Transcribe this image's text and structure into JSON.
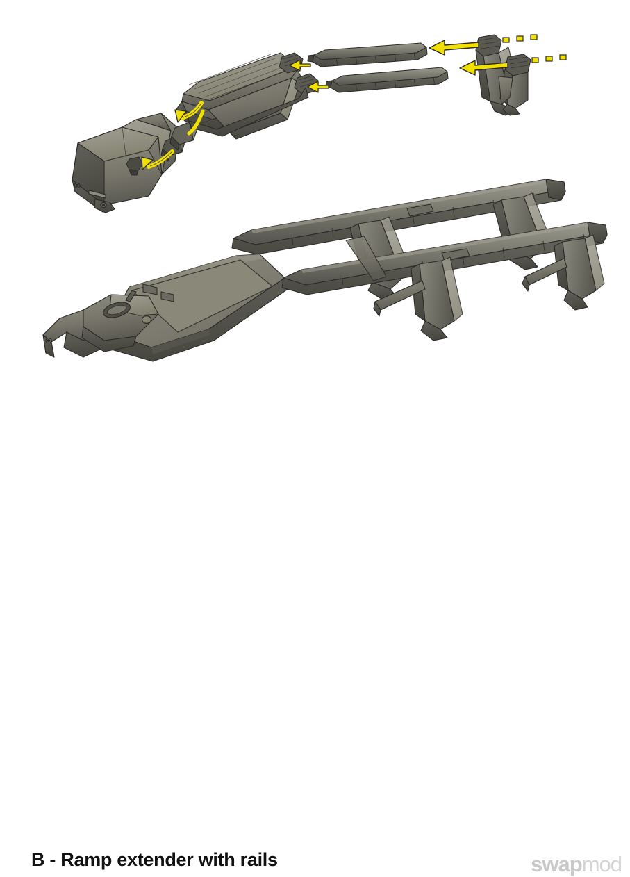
{
  "figure": {
    "type": "exploded-assembly-cad-diagram",
    "background_color": "#ffffff",
    "part_body_color": "#77756a",
    "part_light_color": "#9d9b90",
    "part_dark_color": "#4c4b46",
    "part_edge_color": "#2b2b28",
    "arrow_color": "#f2e000",
    "arrow_edge_color": "#2b2b28",
    "assemblies": [
      {
        "name": "exploded-view",
        "label": "upper exploded assembly",
        "parts": [
          "mounting-bracket",
          "connector-clip-lower",
          "connector-clip-upper",
          "ramp-extender-plate",
          "rail-segment-upper",
          "rail-segment-lower",
          "rail-support-leg-left",
          "rail-support-leg-right"
        ],
        "arrows": [
          "curved-arrow-bracket-to-clip",
          "curved-arrow-clip-to-extender",
          "straight-arrow-upper-rail",
          "straight-arrow-lower-rail"
        ],
        "dashed_trails": [
          "dashed-trail-upper",
          "dashed-trail-lower"
        ]
      },
      {
        "name": "assembled-view",
        "label": "lower assembled ramp extender with rails",
        "parts": [
          "ramp-deck",
          "hitch-end-bracket",
          "rail-near",
          "rail-far",
          "support-leg-1",
          "support-leg-2",
          "support-leg-3",
          "support-leg-4"
        ]
      }
    ]
  },
  "caption": {
    "text": "B - Ramp extender with rails"
  },
  "brand": {
    "part1": "swap",
    "part2": "mod"
  }
}
